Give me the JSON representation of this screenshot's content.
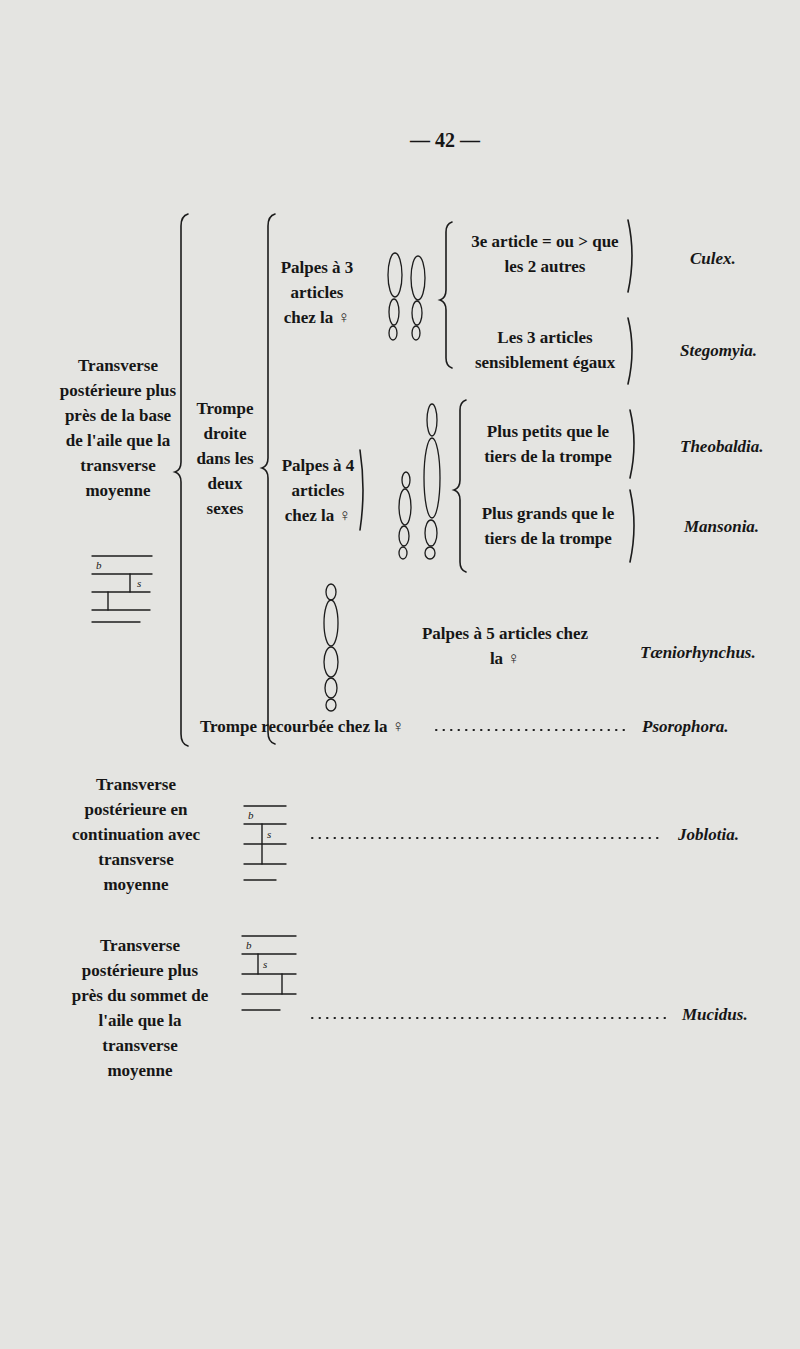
{
  "diagram": {
    "labels": [
      "— 42 —",
      "Transverse postérieure plus près de la base de l'aile que la transverse moyenne",
      "b",
      "s",
      "Trompe droite dans les deux sexes",
      "Palpes à 3 articles chez la ♀",
      "3e article = ou > que les 2 autres",
      "Culex.",
      "Les 3 articles sensiblement égaux",
      "Stegomyia.",
      "Palpes à 4 articles chez la ♀",
      "Plus petits que le tiers de la trompe",
      "Theobaldia.",
      "Plus grands que le tiers de la trompe",
      "Mansonia.",
      "Palpes à 5 articles chez la ♀",
      "Tæniorhynchus.",
      "Trompe recourbée chez la ♀",
      "Psorophora.",
      "Transverse postérieure en continuation avec transverse moyenne",
      "b",
      "s",
      "Joblotia.",
      "Transverse postérieure plus près du sommet de l'aile que la transverse moyenne",
      "b",
      "s",
      "Mucidus."
    ]
  }
}
